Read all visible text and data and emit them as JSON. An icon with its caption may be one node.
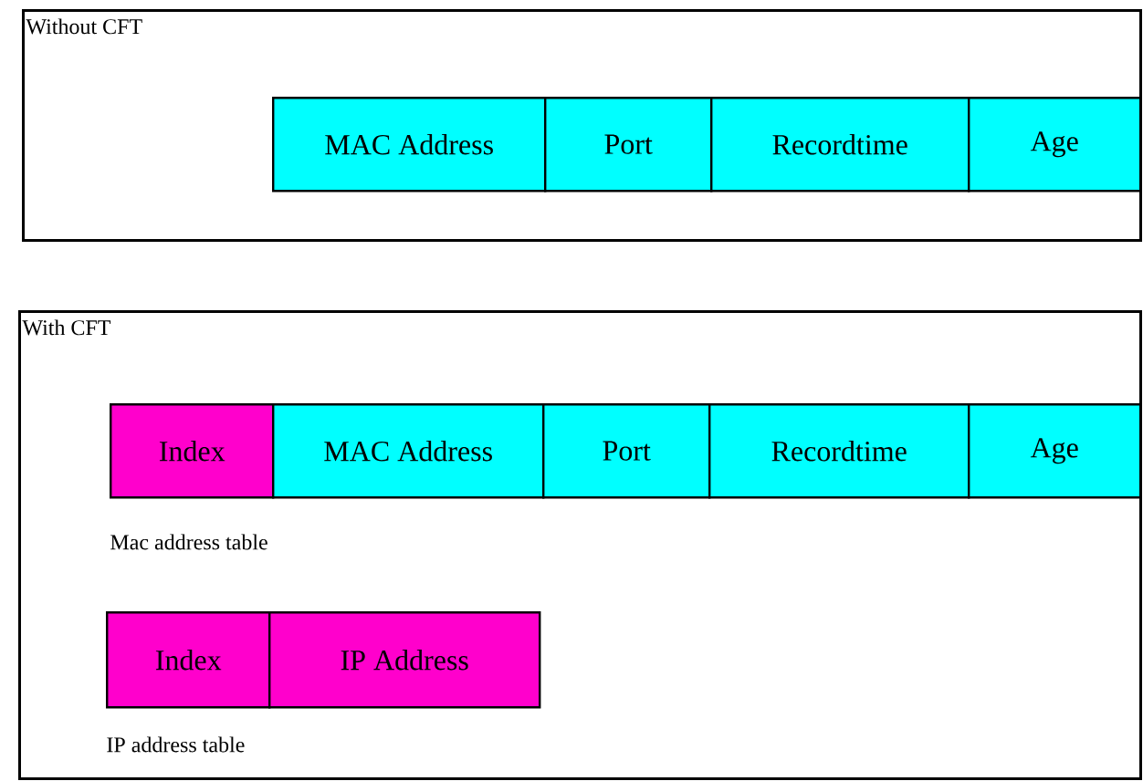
{
  "diagram": {
    "nodes": [
      {
        "text": [
          "Without CFT"
        ]
      },
      {
        "text": [
          "MAC Address"
        ],
        "in": 0
      },
      {
        "text": [
          "Port"
        ],
        "in": 0
      },
      {
        "text": [
          "Recordtime"
        ],
        "in": 0
      },
      {
        "text": [
          "Age"
        ],
        "in": 0
      },
      {
        "text": [
          "With CFT"
        ]
      },
      {
        "text": [
          "Index"
        ],
        "in": 5
      },
      {
        "text": [
          "MAC Address"
        ],
        "in": 5
      },
      {
        "text": [
          "Port"
        ],
        "in": 5
      },
      {
        "text": [
          "Recordtime"
        ],
        "in": 5
      },
      {
        "text": [
          "Age"
        ],
        "in": 5
      },
      {
        "text": [
          "Index"
        ],
        "in": 5
      },
      {
        "text": [
          "IP Address"
        ],
        "in": 5
      }
    ],
    "labels": [
      "Mac address table",
      "IP address table"
    ]
  }
}
